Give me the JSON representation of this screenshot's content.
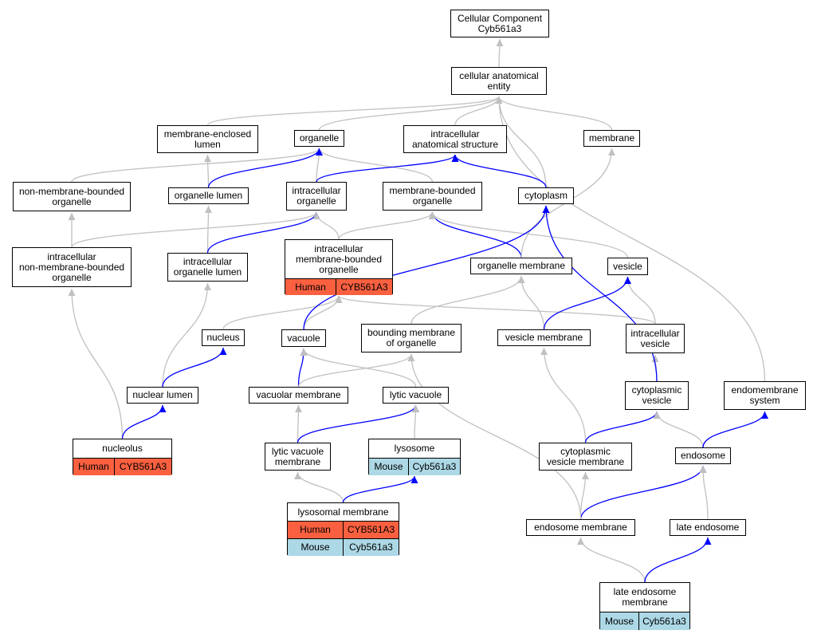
{
  "colors": {
    "edge_gray": "#c0c0c0",
    "edge_blue": "#0000ff",
    "human_row": "#fa6040",
    "mouse_row": "#add8e6",
    "node_border": "#000000"
  },
  "nodes": {
    "root": {
      "label": "Cellular Component\nCyb561a3"
    },
    "cae": {
      "label": "cellular anatomical\nentity"
    },
    "mel": {
      "label": "membrane-enclosed\nlumen"
    },
    "org": {
      "label": "organelle"
    },
    "ias": {
      "label": "intracellular\nanatomical structure"
    },
    "mem": {
      "label": "membrane"
    },
    "nmbo": {
      "label": "non-membrane-bounded\norganelle"
    },
    "orgl": {
      "label": "organelle lumen"
    },
    "io": {
      "label": "intracellular\norganelle"
    },
    "mbo": {
      "label": "membrane-bounded\norganelle"
    },
    "cyto": {
      "label": "cytoplasm"
    },
    "inmbo": {
      "label": "intracellular\nnon-membrane-bounded\norganelle"
    },
    "iol": {
      "label": "intracellular\norganelle lumen"
    },
    "imbo": {
      "label": "intracellular\nmembrane-bounded\norganelle",
      "rows": [
        [
          "Human",
          "CYB561A3"
        ]
      ]
    },
    "om": {
      "label": "organelle membrane"
    },
    "ves": {
      "label": "vesicle"
    },
    "nuc": {
      "label": "nucleus"
    },
    "vac": {
      "label": "vacuole"
    },
    "bmo": {
      "label": "bounding membrane\nof organelle"
    },
    "vm": {
      "label": "vesicle membrane"
    },
    "iv": {
      "label": "intracellular\nvesicle"
    },
    "nl": {
      "label": "nuclear lumen"
    },
    "vacm": {
      "label": "vacuolar membrane"
    },
    "lv": {
      "label": "lytic vacuole"
    },
    "cv": {
      "label": "cytoplasmic\nvesicle"
    },
    "ems": {
      "label": "endomembrane\nsystem"
    },
    "nucleolus": {
      "label": "nucleolus",
      "rows": [
        [
          "Human",
          "CYB561A3"
        ]
      ]
    },
    "lvm": {
      "label": "lytic vacuole\nmembrane"
    },
    "lyso": {
      "label": "lysosome",
      "rows": [
        [
          "Mouse",
          "Cyb561a3"
        ]
      ]
    },
    "cvm": {
      "label": "cytoplasmic\nvesicle membrane"
    },
    "endo": {
      "label": "endosome"
    },
    "lysm": {
      "label": "lysosomal membrane",
      "rows": [
        [
          "Human",
          "CYB561A3"
        ],
        [
          "Mouse",
          "Cyb561a3"
        ]
      ]
    },
    "endom": {
      "label": "endosome membrane"
    },
    "le": {
      "label": "late endosome"
    },
    "lem": {
      "label": "late endosome\nmembrane",
      "rows": [
        [
          "Mouse",
          "Cyb561a3"
        ]
      ]
    }
  },
  "edges": [
    {
      "from": "cae",
      "to": "root",
      "color": "gray"
    },
    {
      "from": "mel",
      "to": "cae",
      "color": "gray"
    },
    {
      "from": "org",
      "to": "cae",
      "color": "gray"
    },
    {
      "from": "ias",
      "to": "cae",
      "color": "gray"
    },
    {
      "from": "mem",
      "to": "cae",
      "color": "gray"
    },
    {
      "from": "cyto",
      "to": "cae",
      "color": "gray"
    },
    {
      "from": "ems",
      "to": "cae",
      "color": "gray"
    },
    {
      "from": "nmbo",
      "to": "org",
      "color": "gray"
    },
    {
      "from": "io",
      "to": "org",
      "color": "gray"
    },
    {
      "from": "mbo",
      "to": "org",
      "color": "gray"
    },
    {
      "from": "orgl",
      "to": "mel",
      "color": "gray"
    },
    {
      "from": "orgl",
      "to": "org",
      "color": "blue"
    },
    {
      "from": "io",
      "to": "ias",
      "color": "blue"
    },
    {
      "from": "cyto",
      "to": "ias",
      "color": "blue"
    },
    {
      "from": "inmbo",
      "to": "nmbo",
      "color": "gray"
    },
    {
      "from": "inmbo",
      "to": "io",
      "color": "gray"
    },
    {
      "from": "iol",
      "to": "orgl",
      "color": "gray"
    },
    {
      "from": "iol",
      "to": "io",
      "color": "blue"
    },
    {
      "from": "imbo",
      "to": "io",
      "color": "gray"
    },
    {
      "from": "imbo",
      "to": "mbo",
      "color": "gray"
    },
    {
      "from": "om",
      "to": "mbo",
      "color": "blue"
    },
    {
      "from": "om",
      "to": "mem",
      "color": "gray"
    },
    {
      "from": "ves",
      "to": "mbo",
      "color": "gray"
    },
    {
      "from": "nuc",
      "to": "imbo",
      "color": "gray"
    },
    {
      "from": "vac",
      "to": "imbo",
      "color": "gray"
    },
    {
      "from": "vac",
      "to": "cyto",
      "color": "blue"
    },
    {
      "from": "iv",
      "to": "imbo",
      "color": "gray"
    },
    {
      "from": "iv",
      "to": "ves",
      "color": "gray"
    },
    {
      "from": "bmo",
      "to": "om",
      "color": "gray"
    },
    {
      "from": "vm",
      "to": "om",
      "color": "gray"
    },
    {
      "from": "vm",
      "to": "ves",
      "color": "blue"
    },
    {
      "from": "nl",
      "to": "iol",
      "color": "gray"
    },
    {
      "from": "nl",
      "to": "nuc",
      "color": "blue"
    },
    {
      "from": "vacm",
      "to": "vac",
      "color": "blue"
    },
    {
      "from": "vacm",
      "to": "bmo",
      "color": "gray"
    },
    {
      "from": "lv",
      "to": "vac",
      "color": "gray"
    },
    {
      "from": "cv",
      "to": "iv",
      "color": "gray"
    },
    {
      "from": "cv",
      "to": "cyto",
      "color": "blue"
    },
    {
      "from": "nucleolus",
      "to": "inmbo",
      "color": "gray"
    },
    {
      "from": "nucleolus",
      "to": "nl",
      "color": "blue"
    },
    {
      "from": "lvm",
      "to": "vacm",
      "color": "gray"
    },
    {
      "from": "lvm",
      "to": "lv",
      "color": "blue"
    },
    {
      "from": "lyso",
      "to": "lv",
      "color": "gray"
    },
    {
      "from": "lysm",
      "to": "lvm",
      "color": "gray"
    },
    {
      "from": "lysm",
      "to": "lyso",
      "color": "blue"
    },
    {
      "from": "cvm",
      "to": "vm",
      "color": "gray"
    },
    {
      "from": "cvm",
      "to": "cv",
      "color": "blue"
    },
    {
      "from": "endo",
      "to": "cv",
      "color": "gray"
    },
    {
      "from": "endo",
      "to": "ems",
      "color": "blue"
    },
    {
      "from": "endom",
      "to": "cvm",
      "color": "gray"
    },
    {
      "from": "endom",
      "to": "endo",
      "color": "blue"
    },
    {
      "from": "endom",
      "to": "bmo",
      "color": "gray"
    },
    {
      "from": "le",
      "to": "endo",
      "color": "gray"
    },
    {
      "from": "lem",
      "to": "endom",
      "color": "gray"
    },
    {
      "from": "lem",
      "to": "le",
      "color": "blue"
    }
  ]
}
